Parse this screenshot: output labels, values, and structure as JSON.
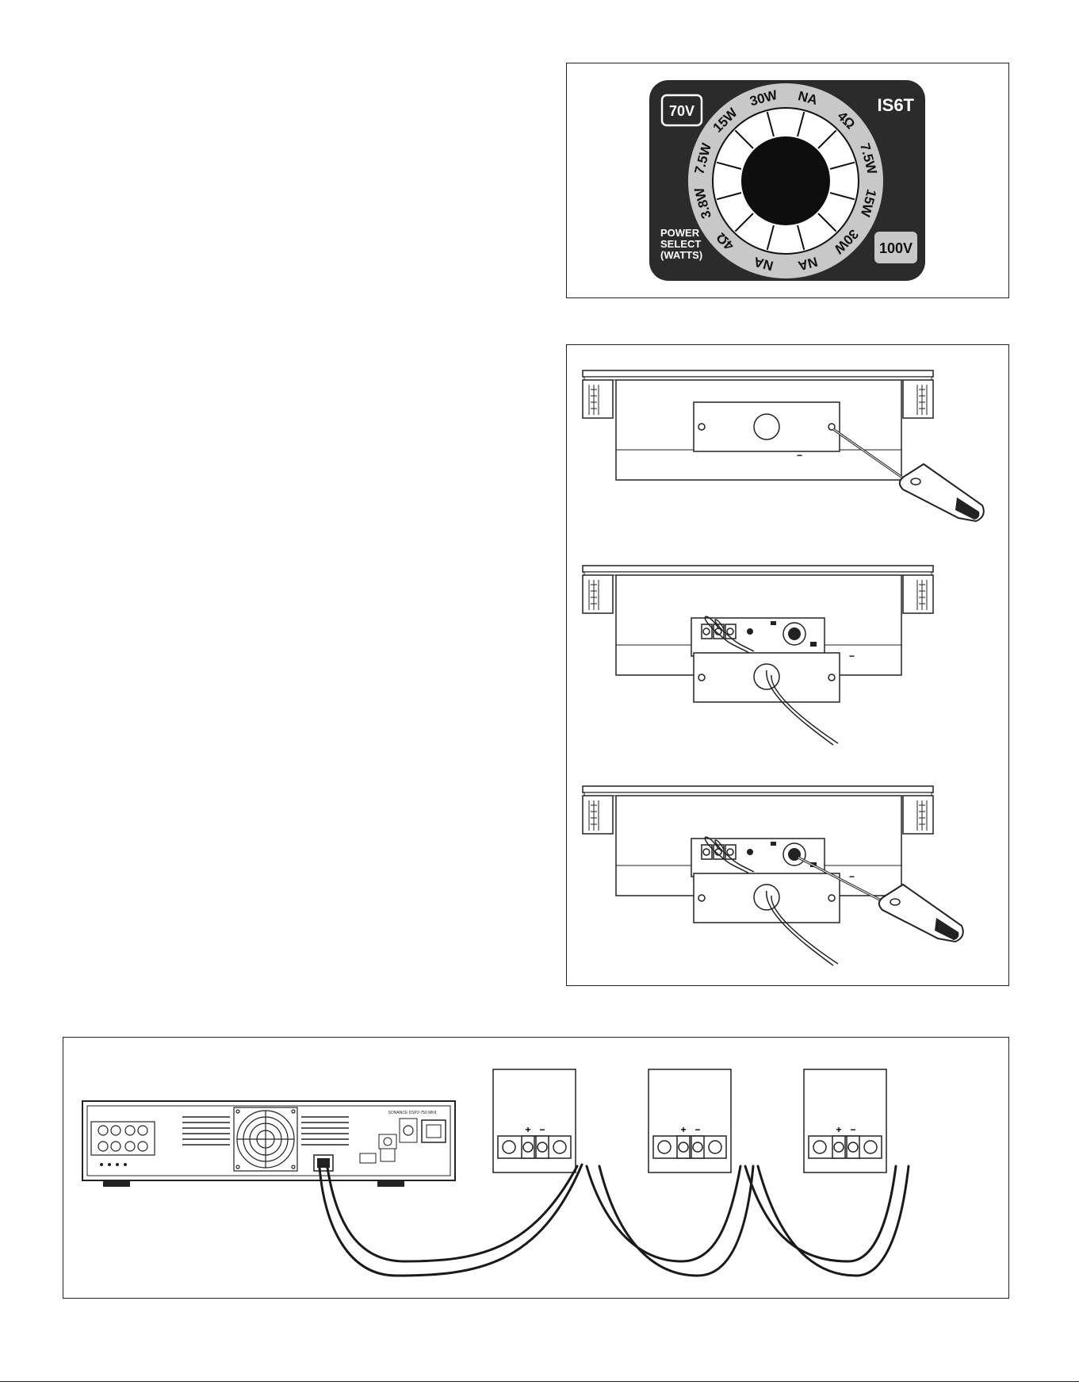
{
  "selector_plate": {
    "voltage_70": "70V",
    "voltage_100": "100V",
    "model": "IS6T",
    "power_label_line1": "POWER",
    "power_label_line2": "SELECT",
    "power_label_line3": "(WATTS)",
    "ring_70v": [
      "4Ω",
      "3.8W",
      "7.5W",
      "15W",
      "30W",
      "NA"
    ],
    "ring_100v": [
      "4Ω",
      "7.5W",
      "15W",
      "30W",
      "NA",
      "NA"
    ],
    "colors": {
      "plate": "#2b2b2b",
      "ring": "#c8c8c8",
      "knob": "#0e0e0e",
      "text_light": "#ffffff",
      "text_dark": "#111111"
    }
  },
  "install_steps": {
    "polarity_minus": "−",
    "icons": [
      "screwdriver-icon",
      "cable-icon",
      "mounting-screw-icon"
    ]
  },
  "wiring": {
    "speaker_terminal_plus": "+",
    "speaker_terminal_minus": "−",
    "speaker_count": 3,
    "amplifier_label": "SONANCE DSP2-750 MKII",
    "colors": {
      "wire": "#1a1a1a",
      "panel": "#ffffff",
      "outline": "#222222"
    }
  },
  "footer": {
    "corner_mark": ""
  }
}
